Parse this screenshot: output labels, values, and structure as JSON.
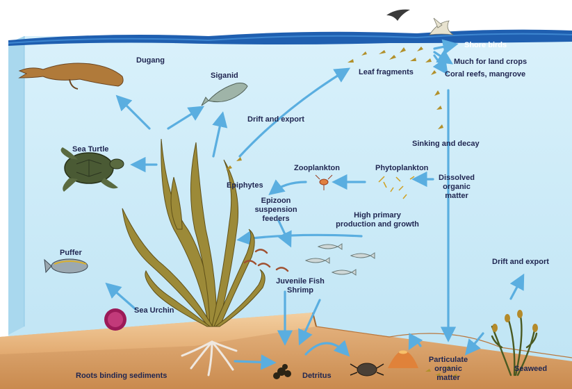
{
  "labels": {
    "shore_birds": "Shore birds",
    "much_for_land_crops": "Much for land crops",
    "coral_reefs_mangrove": "Coral reefs, mangrove",
    "leaf_fragments": "Leaf fragments",
    "dugang": "Dugang",
    "siganid": "Siganid",
    "drift_and_export_top": "Drift and export",
    "sea_turtle": "Sea Turtle",
    "epiphytes": "Epiphytes",
    "sinking_and_decay": "Sinking and decay",
    "zooplankton": "Zooplankton",
    "phytoplankton": "Phytoplankton",
    "dissolved_organic_matter": [
      "Dissolved",
      "organic",
      "matter"
    ],
    "epizoon_suspension_feeders": [
      "Epizoon",
      "suspension",
      "feeders"
    ],
    "high_primary_production": [
      "High primary",
      "production and growth"
    ],
    "puffer": "Puffer",
    "juvenile_fish_shrimp": [
      "Juvenile Fish",
      "Shrimp"
    ],
    "drift_and_export_right": "Drift and export",
    "sea_urchin": "Sea Urchin",
    "particulate_organic_matter": [
      "Particulate",
      "organic",
      "matter"
    ],
    "seaweed": "Seaweed",
    "roots_binding_sediments": "Roots binding sediments",
    "detritus": "Detritus"
  },
  "colors": {
    "water": "#c9e9f7",
    "surface": "#1f5fb0",
    "sand": "#d9a06a",
    "arrow": "#5aaee0",
    "text": "#1f2550",
    "seagrass": "#8a7a2a"
  }
}
